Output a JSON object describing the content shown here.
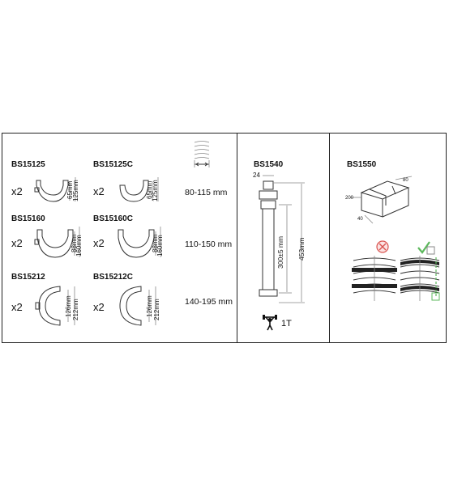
{
  "panel1": {
    "row1": {
      "left": {
        "code": "BS15125",
        "qty": "x2",
        "dim_small": "65mm",
        "dim_large": "125mm"
      },
      "right": {
        "code": "BS15125C",
        "qty": "x2",
        "dim_small": "65mm",
        "dim_large": "125mm"
      },
      "range": "80-115 mm"
    },
    "row2": {
      "left": {
        "code": "BS15160",
        "qty": "x2",
        "dim_small": "88mm",
        "dim_large": "160mm"
      },
      "right": {
        "code": "BS15160C",
        "qty": "x2",
        "dim_small": "88mm",
        "dim_large": "160mm"
      },
      "range": "110-150 mm"
    },
    "row3": {
      "left": {
        "code": "BS15212",
        "qty": "x2",
        "dim_small": "126mm",
        "dim_large": "212mm"
      },
      "right": {
        "code": "BS15212C",
        "qty": "x2",
        "dim_small": "126mm",
        "dim_large": "212mm"
      },
      "range": "140-195 mm"
    }
  },
  "panel2": {
    "code": "BS1540",
    "top_dim": "24",
    "stroke_dim": "300±5 mm",
    "total_dim": "453mm",
    "capacity": "1T"
  },
  "panel3": {
    "code": "BS1550",
    "dims": [
      "80",
      "200",
      "40"
    ],
    "status_colors": {
      "bad": "#d9534f",
      "good": "#5cb85c"
    }
  }
}
